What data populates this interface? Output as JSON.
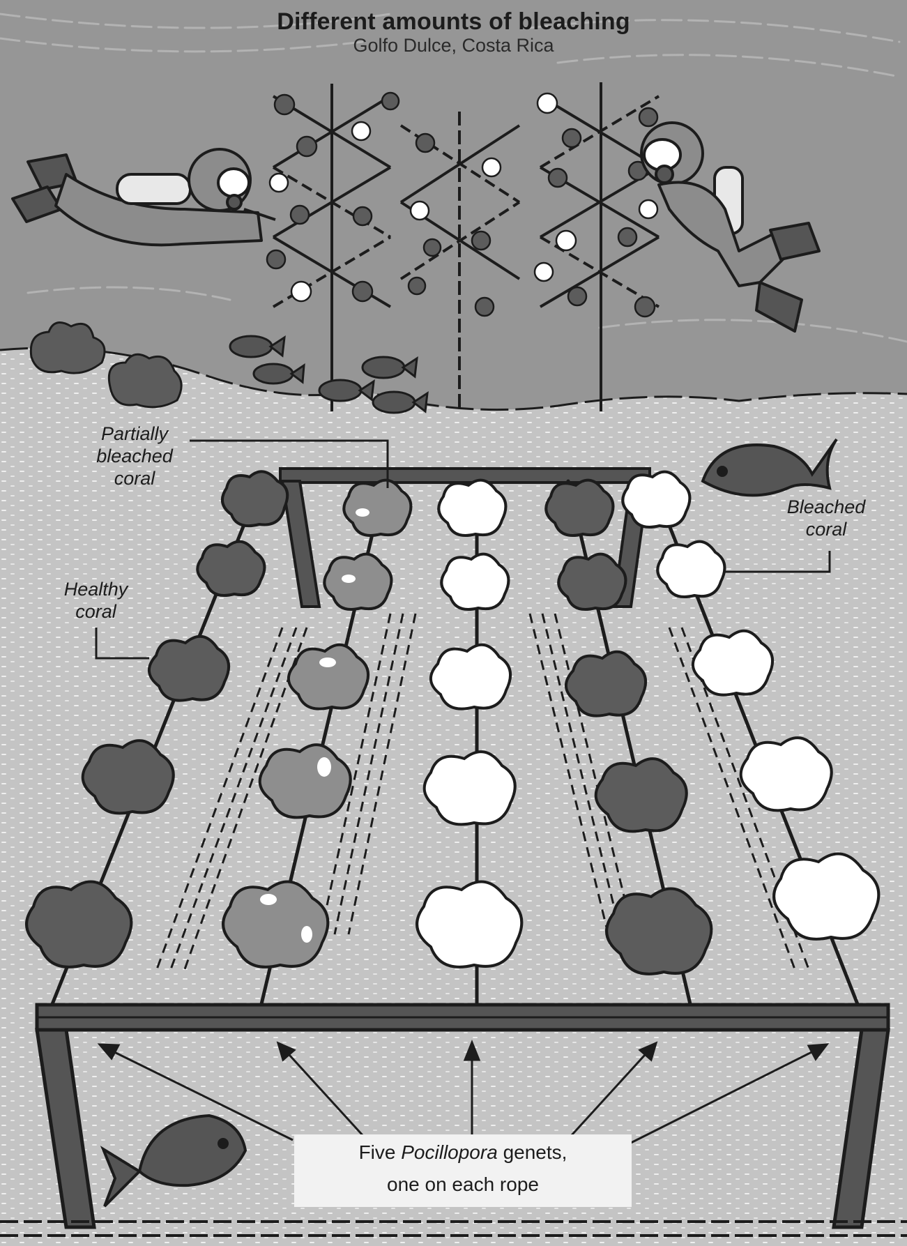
{
  "figure": {
    "title": "Different amounts of bleaching",
    "subtitle": "Golfo Dulce, Costa Rica"
  },
  "labels": {
    "partial": "Partially bleached coral",
    "partial_lines": [
      "Partially",
      "bleached",
      "coral"
    ],
    "healthy_lines": [
      "Healthy",
      "coral"
    ],
    "bleached_lines": [
      "Bleached",
      "coral"
    ]
  },
  "caption": {
    "before": "Five",
    "genus": "Pocillopora",
    "after": "genets,",
    "line2": "one on each rope"
  },
  "ropes": [
    {
      "status": "healthy",
      "corals": [
        "healthy",
        "healthy",
        "healthy",
        "healthy",
        "healthy"
      ]
    },
    {
      "status": "partially-bleached",
      "corals": [
        "partial",
        "partial",
        "partial",
        "partial",
        "partial"
      ]
    },
    {
      "status": "bleached",
      "corals": [
        "bleached",
        "bleached",
        "bleached",
        "bleached",
        "bleached"
      ]
    },
    {
      "status": "healthy",
      "corals": [
        "healthy",
        "healthy",
        "healthy",
        "healthy",
        "healthy"
      ]
    },
    {
      "status": "bleached",
      "corals": [
        "bleached",
        "bleached",
        "bleached",
        "bleached",
        "bleached"
      ]
    }
  ],
  "colors": {
    "water_dark": "#969696",
    "seafloor": "#c4c4c4",
    "healthy_coral": "#5c5c5c",
    "partial_coral": "#8e8e8e",
    "bleached_coral": "#ffffff",
    "ink": "#1c1c1c",
    "frame": "#555555"
  },
  "icons": [
    "scuba-diver-icon",
    "fish-icon",
    "coral-icon",
    "arrow-icon"
  ]
}
